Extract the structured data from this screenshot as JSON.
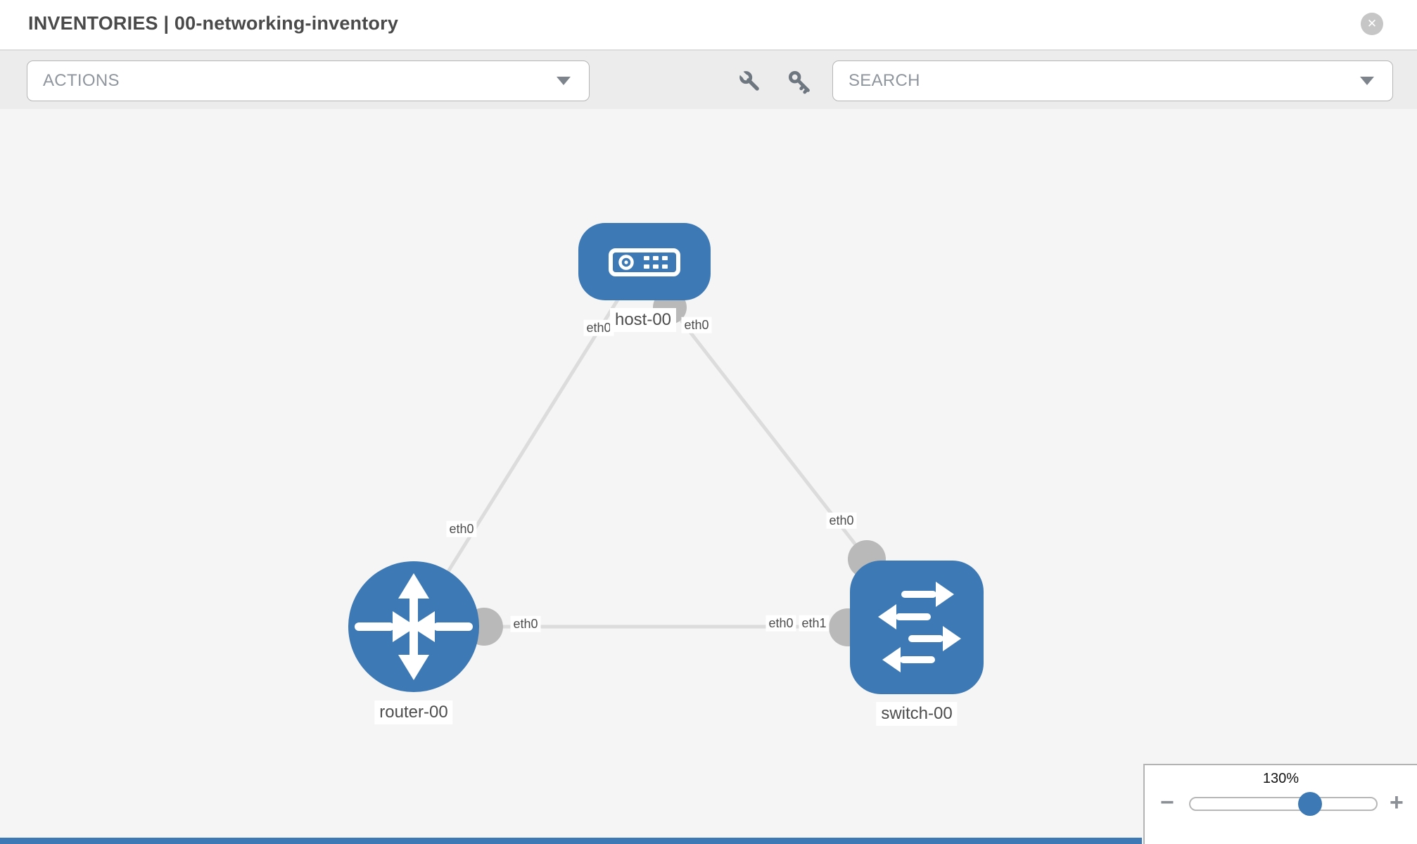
{
  "header": {
    "title": "INVENTORIES | 00-networking-inventory",
    "close_glyph": "✕"
  },
  "toolbar": {
    "actions_label": "ACTIONS",
    "search_label": "SEARCH",
    "icons": [
      "wrench-icon",
      "key-icon"
    ]
  },
  "topology": {
    "nodes": [
      {
        "label": "host-00",
        "type": "host",
        "shape": "rounded-rect"
      },
      {
        "label": "router-00",
        "type": "router",
        "shape": "circle"
      },
      {
        "label": "switch-00",
        "type": "switch",
        "shape": "rounded-square"
      }
    ],
    "links": [
      {
        "from": "host-00",
        "to": "router-00",
        "from_interface": "eth0",
        "to_interface": "eth0"
      },
      {
        "from": "host-00",
        "to": "switch-00",
        "from_interface": "eth0",
        "to_interface": "eth0"
      },
      {
        "from": "router-00",
        "to": "switch-00",
        "from_interface": "eth0",
        "to_interface": "eth1"
      }
    ],
    "interface_labels": {
      "host_to_router_at_host": "eth0",
      "host_to_switch_at_host": "eth0",
      "host_to_router_at_router": "eth0",
      "host_to_switch_at_switch": "eth0",
      "router_to_switch_at_router": "eth0",
      "router_to_switch_at_switch_back": "eth0",
      "router_to_switch_at_switch_front": "eth1"
    }
  },
  "zoom_control": {
    "value": "130%",
    "level_percent": 130,
    "minus_glyph": "−",
    "plus_glyph": "+"
  },
  "colors": {
    "node_blue": "#3d79b4",
    "link_grey": "#dcdcdc",
    "connector_grey": "#b9b9b9",
    "canvas_bg": "#f5f5f5",
    "toolbar_bg": "#ececec",
    "accent_strip": "#3d79b4"
  }
}
